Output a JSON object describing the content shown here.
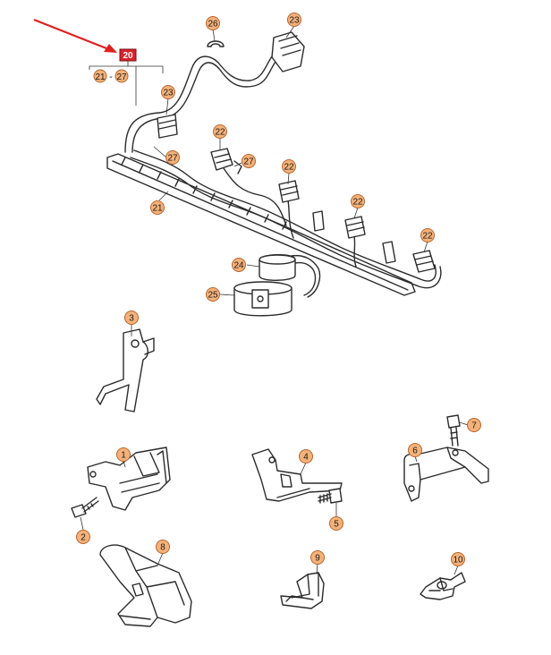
{
  "highlight": {
    "label": "20",
    "color": "#d8232a",
    "arrow_color": "#e02020"
  },
  "sub_labels": {
    "left": "21",
    "sep": "-",
    "right": "27"
  },
  "callouts": [
    "26",
    "23",
    "23",
    "27",
    "22",
    "27",
    "22",
    "22",
    "22",
    "21",
    "24",
    "25",
    "3",
    "1",
    "2",
    "4",
    "5",
    "6",
    "7",
    "8",
    "9",
    "10"
  ],
  "colors": {
    "callout_fill": "#f4b27a",
    "callout_stroke": "#b8642c",
    "line": "#2b2b2b"
  }
}
